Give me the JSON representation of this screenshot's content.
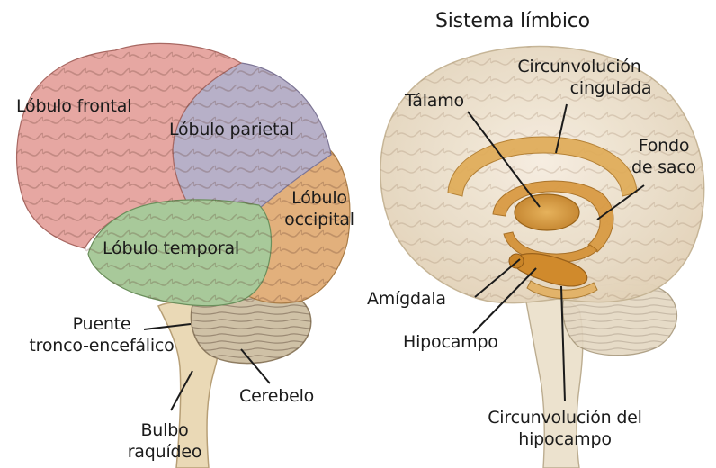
{
  "left_diagram": {
    "lobes": {
      "frontal": "Lóbulo frontal",
      "parietal": "Lóbulo parietal",
      "occipital": [
        "Lóbulo",
        "occipital"
      ],
      "temporal": "Lóbulo temporal"
    },
    "structures": {
      "pons": [
        "Puente",
        "tronco-encefálico"
      ],
      "cerebellum": "Cerebelo",
      "medulla": [
        "Bulbo",
        "raquídeo"
      ]
    },
    "colors": {
      "frontal": "#e6a7a2",
      "parietal": "#b7b0c8",
      "occipital": "#e2b07c",
      "temporal": "#a8c99a",
      "stem": "#ead9b6"
    }
  },
  "right_diagram": {
    "title": "Sistema límbico",
    "labels": {
      "cingulate": [
        "Circunvolución",
        "cingulada"
      ],
      "thalamus": "Tálamo",
      "fornix": [
        "Fondo",
        "de saco"
      ],
      "amygdala": "Amígdala",
      "hippocampus": "Hipocampo",
      "parahippocampal": [
        "Circunvolución del",
        "hipocampo"
      ]
    },
    "colors": {
      "brain": "#efe3cf",
      "limbic": "#d9a04a",
      "thalamus": "#c98a2e"
    }
  }
}
